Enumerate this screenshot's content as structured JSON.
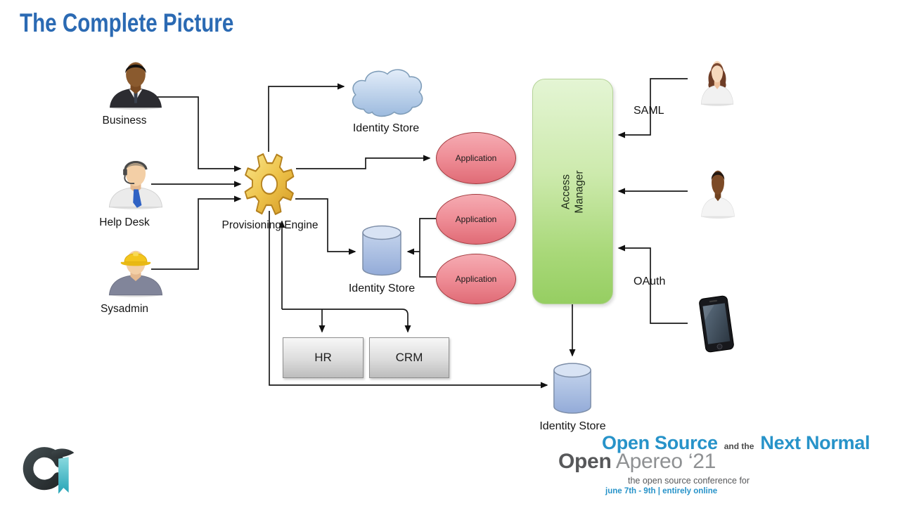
{
  "title": "The Complete Picture",
  "diagram": {
    "actors_left": [
      {
        "id": "business",
        "label": "Business",
        "icon": "person-suit-icon"
      },
      {
        "id": "help-desk",
        "label": "Help Desk",
        "icon": "person-headset-icon"
      },
      {
        "id": "sysadmin",
        "label": "Sysadmin",
        "icon": "person-hardhat-icon"
      }
    ],
    "provisioning_engine": {
      "label": "Provisioning Engine",
      "icon": "gear-icon"
    },
    "cloud_store": {
      "label": "Identity Store",
      "icon": "cloud-icon"
    },
    "applications": [
      {
        "label": "Application"
      },
      {
        "label": "Application"
      },
      {
        "label": "Application"
      }
    ],
    "mid_store": {
      "label": "Identity Store",
      "icon": "database-cylinder-icon"
    },
    "hr_box": {
      "label": "HR"
    },
    "crm_box": {
      "label": "CRM"
    },
    "access_manager": {
      "line1": "Access",
      "line2": "Manager"
    },
    "protocols": {
      "saml": "SAML",
      "oauth": "OAuth"
    },
    "actors_right": [
      {
        "id": "web-user",
        "icon": "person-woman-icon"
      },
      {
        "id": "mobile-user",
        "icon": "person-icon"
      },
      {
        "id": "device",
        "icon": "smartphone-icon"
      }
    ],
    "bottom_store": {
      "label": "Identity Store",
      "icon": "database-cylinder-icon"
    }
  },
  "footer": {
    "headline_left": "Open Source",
    "headline_mid": "and the",
    "headline_right": "Next Normal",
    "brand_bold": "Open",
    "brand_light": "Apereo ‘21",
    "subtitle": "the open source conference for",
    "dates": "june 7th - 9th | entirely online",
    "logo": "apereo-logo"
  },
  "colors": {
    "title_blue": "#2b6ab3",
    "footer_accent": "#2793c9",
    "application_red": "#ef8e97",
    "store_blue": "#a9c0e4",
    "access_manager_green": "#a8d878",
    "gear_gold": "#e8b93a",
    "connector_black": "#1a1a1a"
  }
}
